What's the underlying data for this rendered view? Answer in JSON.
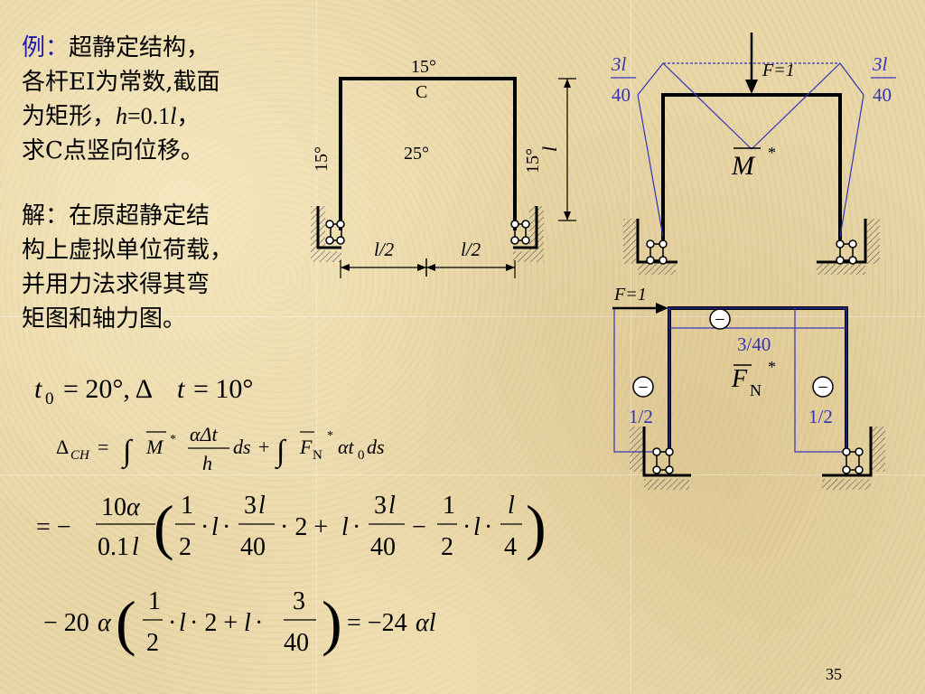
{
  "example_label": "例：",
  "problem_lines": [
    "超静定结构，",
    "各杆EI为常数,截面",
    "为矩形，",
    "求C点竖向位移。"
  ],
  "problem_h": "h",
  "problem_h_value": "=0.1",
  "problem_l": "l",
  "problem_comma": "，",
  "solution_lines": [
    "解：在原超静定结",
    "构上虚拟单位荷载，",
    "并用力法求得其弯",
    "矩图和轴力图。"
  ],
  "frame1": {
    "temp_top": "15°",
    "point_c": "C",
    "temp_inside": "25°",
    "temp_left": "15°",
    "temp_right": "15°",
    "dim_height": "l",
    "dim_half_left": "l/2",
    "dim_half_right": "l/2"
  },
  "frame2": {
    "force": "F=1",
    "left_top": "3l",
    "left_bottom": "40",
    "right_top": "3l",
    "right_bottom": "40",
    "label": "M",
    "star": "*"
  },
  "frame3": {
    "force": "F=1",
    "beam_value": "3/40",
    "left_value": "1/2",
    "right_value": "1/2",
    "label": "F",
    "sub": "N",
    "star": "*",
    "minus_sign": "−"
  },
  "eq1": "t₀ = 20°, Δt = 10°",
  "eq2": "Δ_CH = ∫ M̄* (αΔt/h) ds + ∫ F̄_N* α t₀ ds",
  "eq3": "= −(10α/0.1l)((1/2)·l·(3l/40)·2 + l·(3l/40) − (1/2)·l·(l/4))",
  "eq4": "−20α((1/2)·l·2 + l·(3/40)) = −24αl",
  "page_number": "35",
  "colors": {
    "accent_blue": "#1c1ca8",
    "diagram_blue": "#3333bb"
  }
}
